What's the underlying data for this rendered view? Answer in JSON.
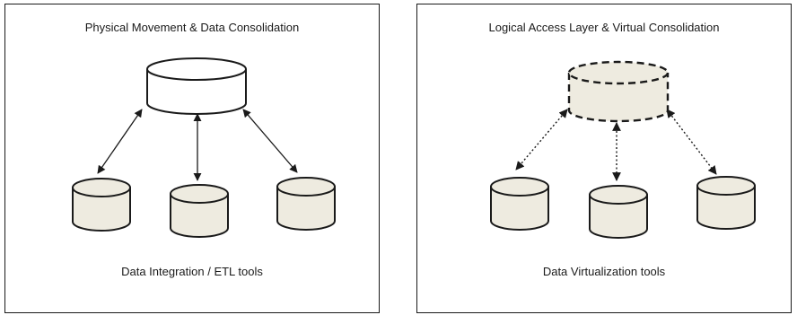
{
  "panels": [
    {
      "title": "Physical Movement & Data Consolidation",
      "caption": "Data Integration / ETL tools",
      "central_store": {
        "style": "solid",
        "fill": "#ffffff"
      },
      "source_stores": {
        "count": 3,
        "fill": "#eeebe0"
      },
      "connectors": {
        "style": "solid",
        "direction": "bidirectional"
      }
    },
    {
      "title": "Logical Access Layer & Virtual Consolidation",
      "caption": "Data Virtualization tools",
      "central_store": {
        "style": "dashed",
        "fill": "#eeebe0"
      },
      "source_stores": {
        "count": 3,
        "fill": "#eeebe0"
      },
      "connectors": {
        "style": "dotted",
        "direction": "bidirectional"
      }
    }
  ],
  "colors": {
    "stroke": "#1a1a1a",
    "source_fill": "#eeebe0",
    "virtual_fill": "#eeebe0"
  }
}
